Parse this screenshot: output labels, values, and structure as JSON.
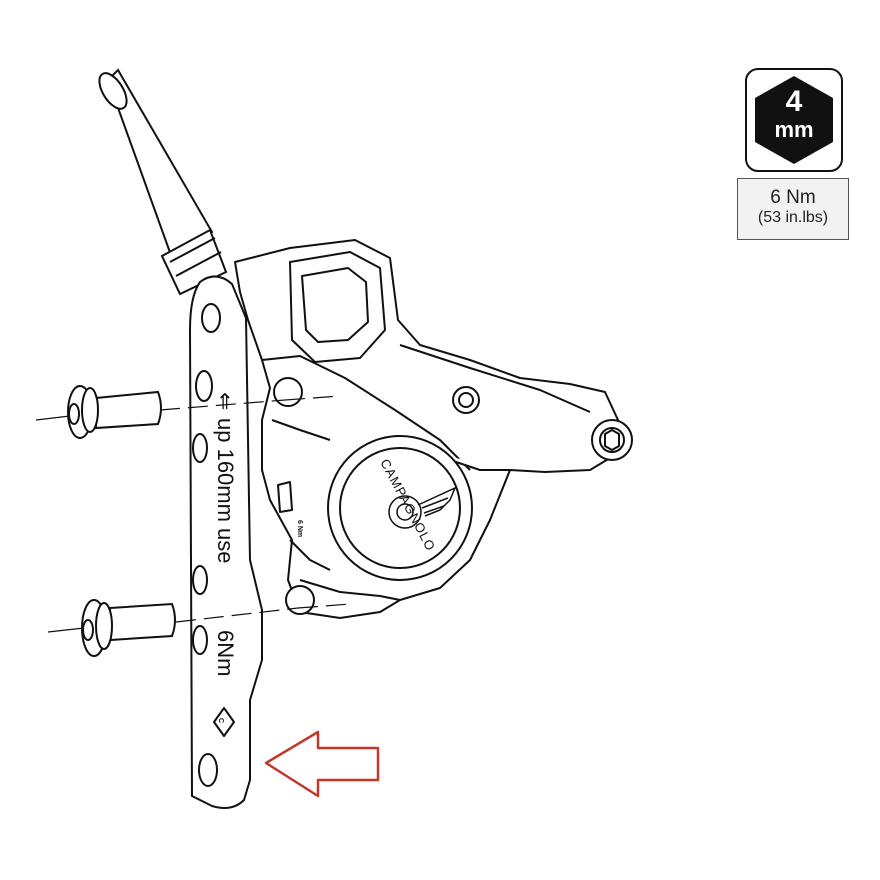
{
  "tool": {
    "size_number": "4",
    "size_unit": "mm",
    "icon": "hex-key-icon"
  },
  "torque": {
    "value": "6 Nm",
    "imperial": "(53 in.lbs)"
  },
  "adapter_plate": {
    "direction_marker": "⇐",
    "direction_text": "up 160mm use",
    "torque_text": "6Nm",
    "logo_mark": "C"
  },
  "caliper": {
    "brand_logo_text": "CAMPAGNOLO",
    "small_torque_label": "6 Nm"
  },
  "indicator_arrow": {
    "color": "#c0392b"
  }
}
